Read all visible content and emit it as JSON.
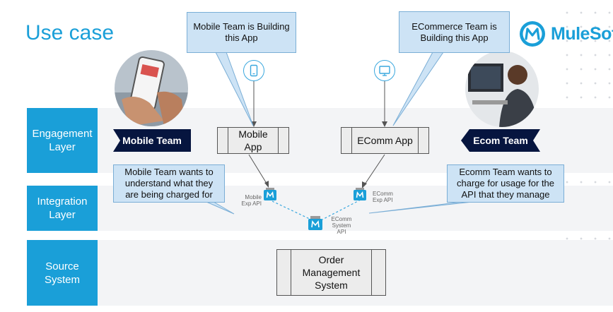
{
  "title": "Use case",
  "logo": {
    "text": "MuleSoft",
    "icon": "mulesoft-logo"
  },
  "layers": [
    {
      "label": "Engagement Layer"
    },
    {
      "label": "Integration Layer"
    },
    {
      "label": "Source System"
    }
  ],
  "teams": {
    "mobile": "Mobile Team",
    "ecom": "Ecom Team"
  },
  "apps": {
    "mobile": "Mobile App",
    "ecomm": "EComm App",
    "oms": "Order Management System"
  },
  "callouts": {
    "mobile_building": "Mobile Team is Building this App",
    "ecommerce_building": "ECommerce Team is Building this App",
    "mobile_wants": "Mobile Team wants to understand what they are being charged for",
    "ecomm_wants": "Ecomm Team wants to charge for usage for the API that they manage"
  },
  "apis": {
    "mobile_exp": "Mobile Exp API",
    "ecomm_exp": "EComm Exp API",
    "ecomm_system": "EComm System API"
  },
  "icons": [
    "smartphone-icon",
    "desktop-icon",
    "api-icon"
  ],
  "colors": {
    "accent": "#1a9fd8",
    "navy": "#06153f",
    "callout": "#cde3f5"
  }
}
